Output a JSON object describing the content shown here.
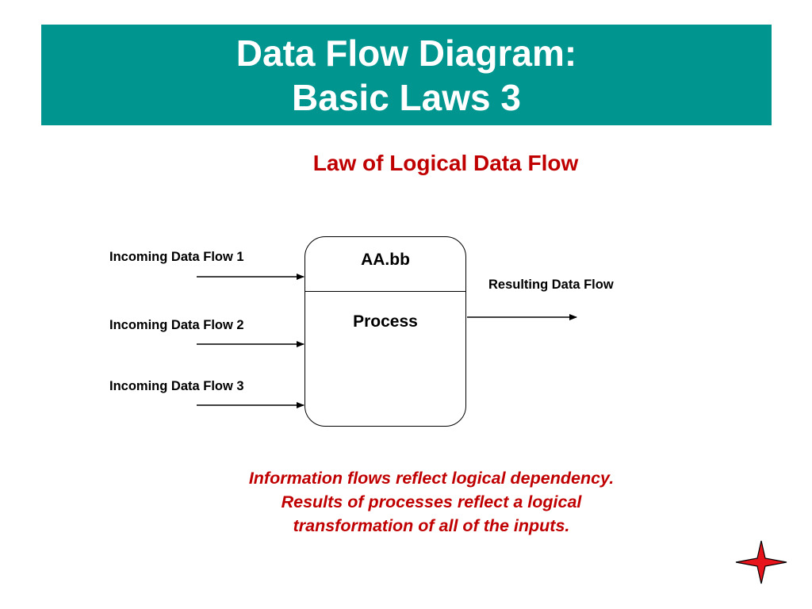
{
  "title": {
    "line1": "Data Flow Diagram:",
    "line2": "Basic Laws 3"
  },
  "subtitle": "Law of Logical Data Flow",
  "diagram": {
    "incoming": [
      {
        "label": "Incoming Data Flow 1"
      },
      {
        "label": "Incoming Data Flow 2"
      },
      {
        "label": "Incoming Data Flow 3"
      }
    ],
    "process": {
      "id": "AA.bb",
      "name": "Process"
    },
    "outgoing": {
      "label": "Resulting Data Flow"
    }
  },
  "note": {
    "line1": "Information flows reflect logical dependency.",
    "line2": "Results of processes reflect a logical",
    "line3": "transformation of all of the inputs."
  },
  "colors": {
    "banner": "#00968f",
    "accent_red": "#c00000",
    "star_red": "#e8141b"
  },
  "icons": {
    "nav": "four-point-star-icon"
  }
}
